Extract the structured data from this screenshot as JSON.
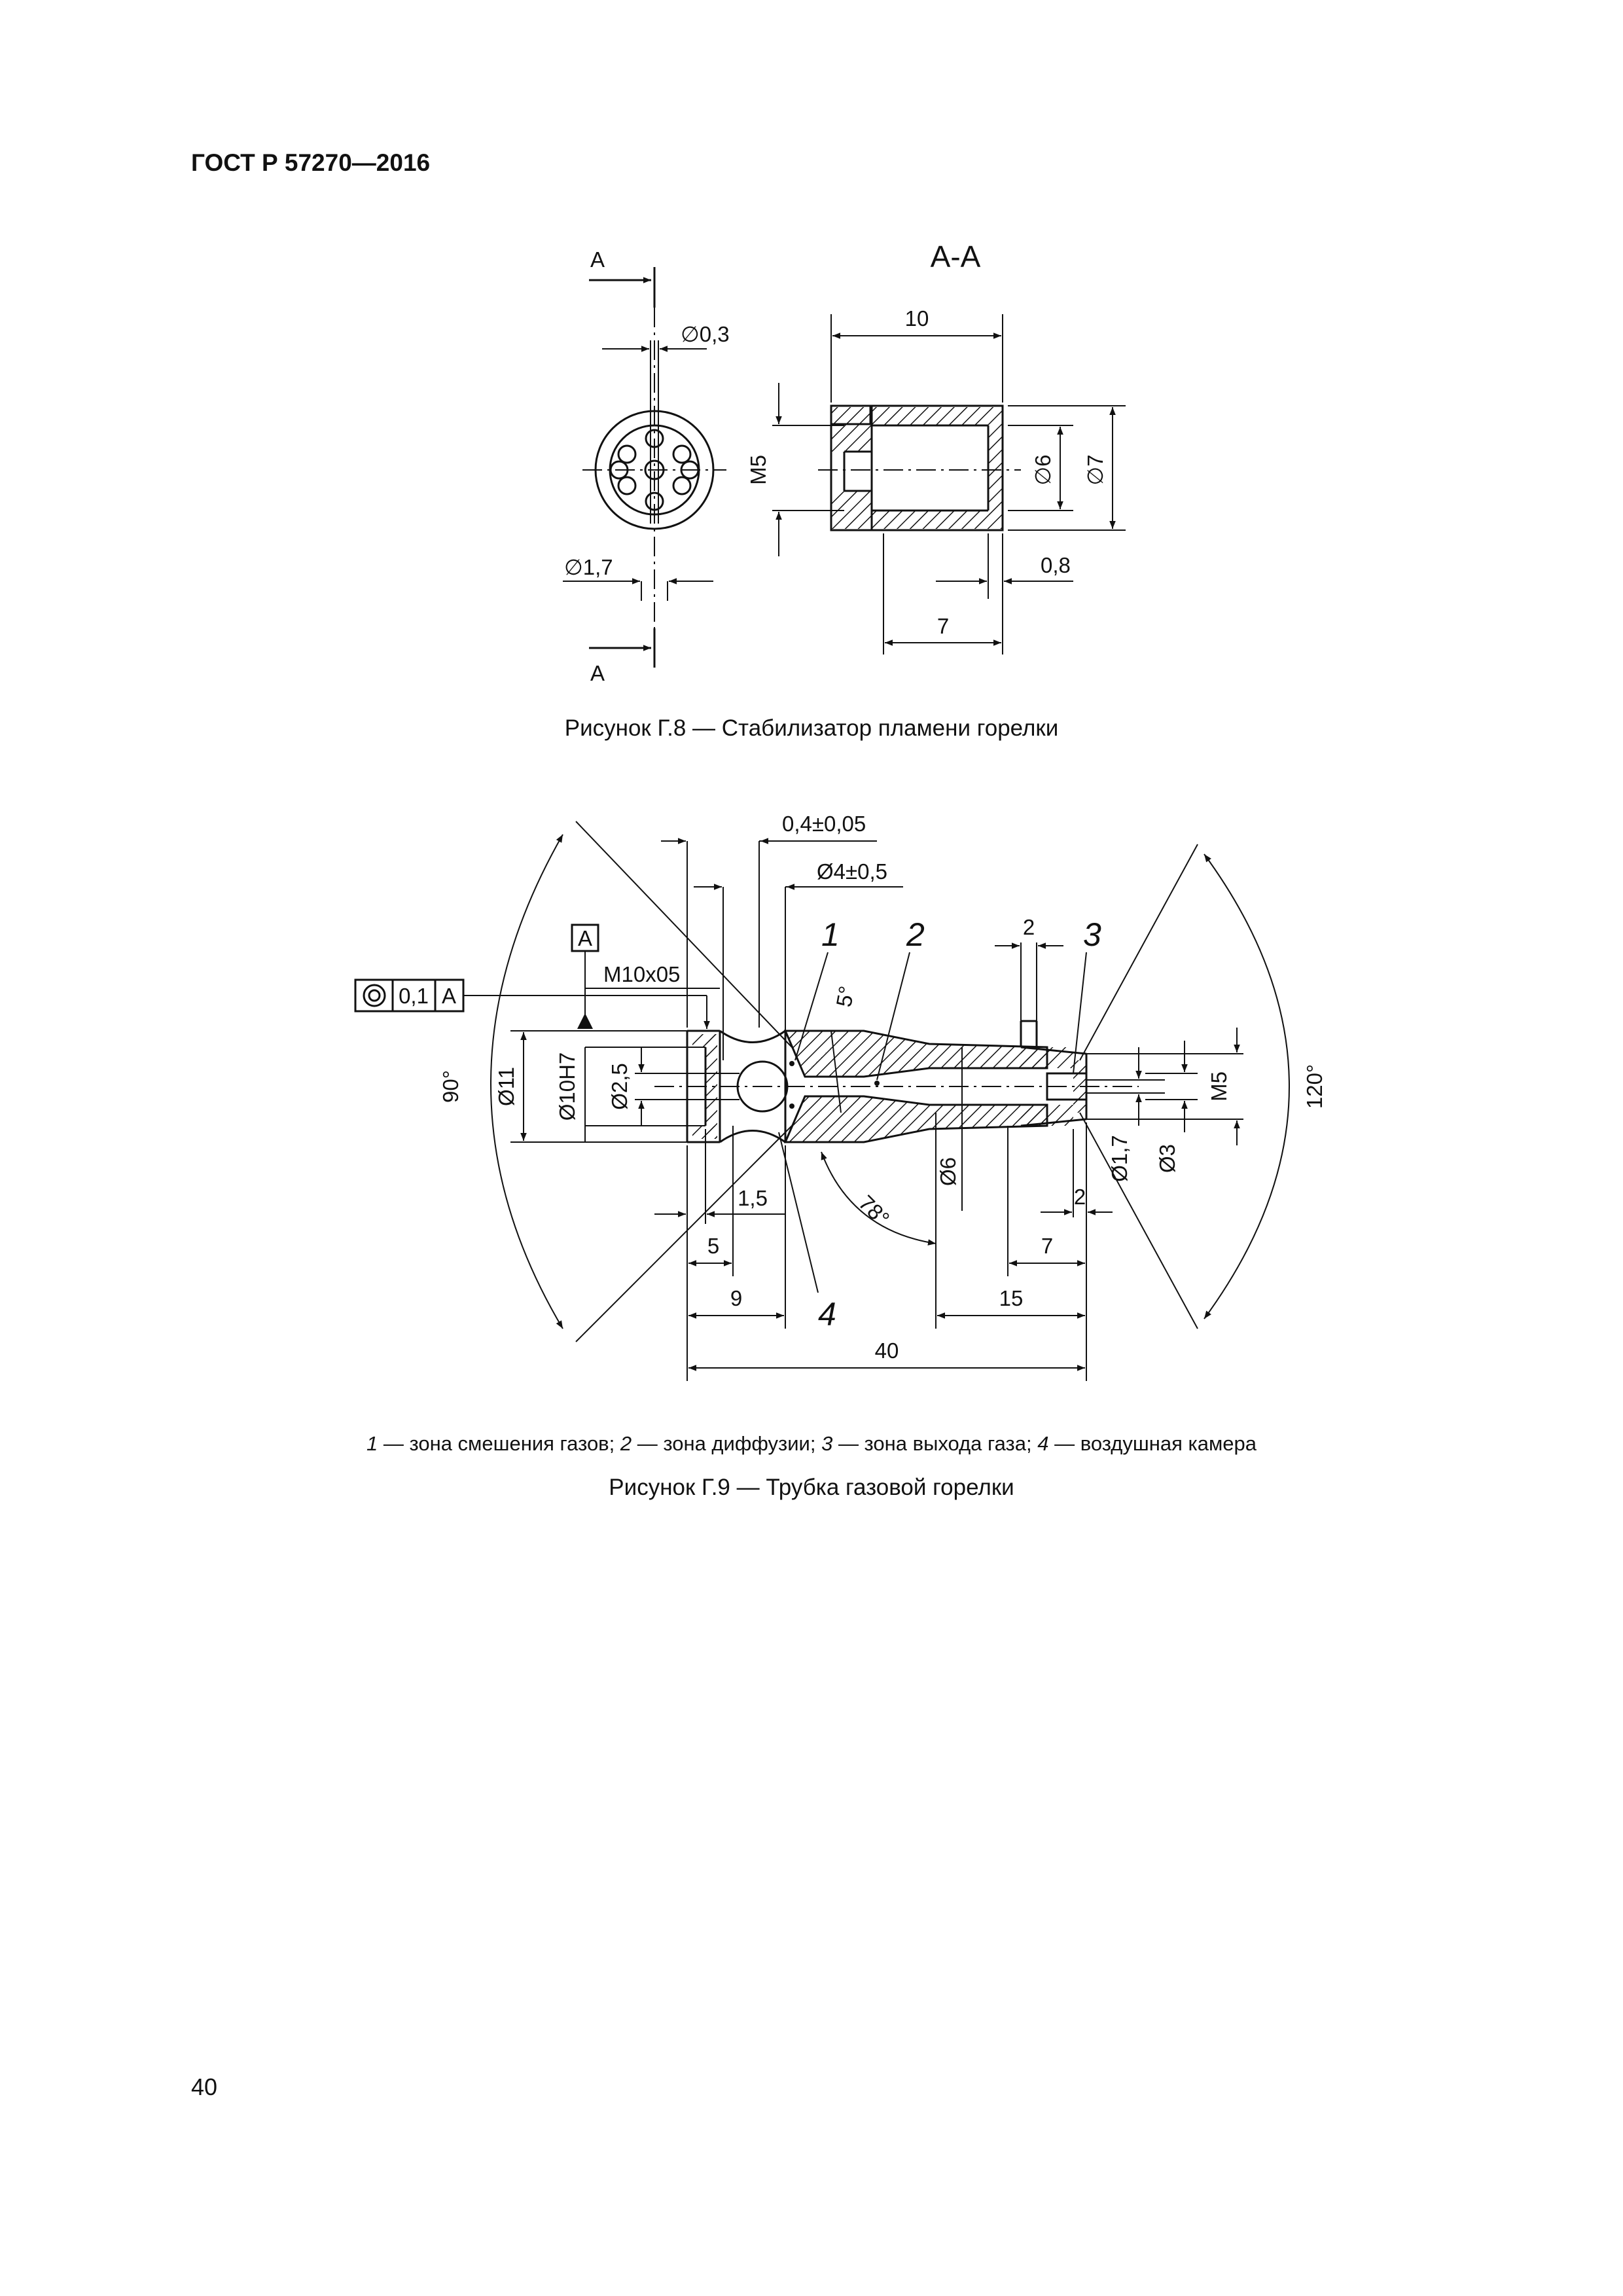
{
  "header": {
    "standard": "ГОСТ Р 57270—2016"
  },
  "figure_g8": {
    "section_letter_top": "А",
    "section_letter_bottom": "А",
    "section_title": "А-А",
    "dims": {
      "hole_small": "∅0,3",
      "hole_large": "∅1,7",
      "length_total": "10",
      "thread": "М5",
      "inner_dia": "∅6",
      "outer_dia": "∅7",
      "wall": "0,8",
      "length_inner": "7"
    },
    "caption": "Рисунок Г.8 — Стабилизатор пламени горелки"
  },
  "figure_g9": {
    "datum_label": "А",
    "tolerance_frame": {
      "value": "0,1",
      "datum": "А"
    },
    "dims": {
      "gap": "0,4±0,05",
      "bore": "Ø4±0,5",
      "thread_main": "М10х05",
      "dia_outer": "Ø11",
      "dia_fit": "Ø10Н7",
      "dia_small": "Ø2,5",
      "angle_cone_small": "5°",
      "angle_left": "90°",
      "angle_right": "120°",
      "angle_cone": "78°",
      "dia_body": "Ø6",
      "dia_outlet": "Ø1,7",
      "dia_outlet_bore": "Ø3",
      "thread_outlet": "М5",
      "len_1_5": "1,5",
      "len_5": "5",
      "len_9": "9",
      "len_2_top": "2",
      "len_2_bottom": "2",
      "len_7": "7",
      "len_15": "15",
      "len_total": "40"
    },
    "callouts": [
      "1",
      "2",
      "3",
      "4"
    ],
    "legend": {
      "n1": "1",
      "t1": " — зона смешения газов; ",
      "n2": "2",
      "t2": " — зона диффузии; ",
      "n3": "3",
      "t3": " — зона выхода газа; ",
      "n4": "4",
      "t4": " — воздушная камера"
    },
    "caption": "Рисунок Г.9 — Трубка газовой горелки"
  },
  "footer": {
    "page_number": "40"
  }
}
